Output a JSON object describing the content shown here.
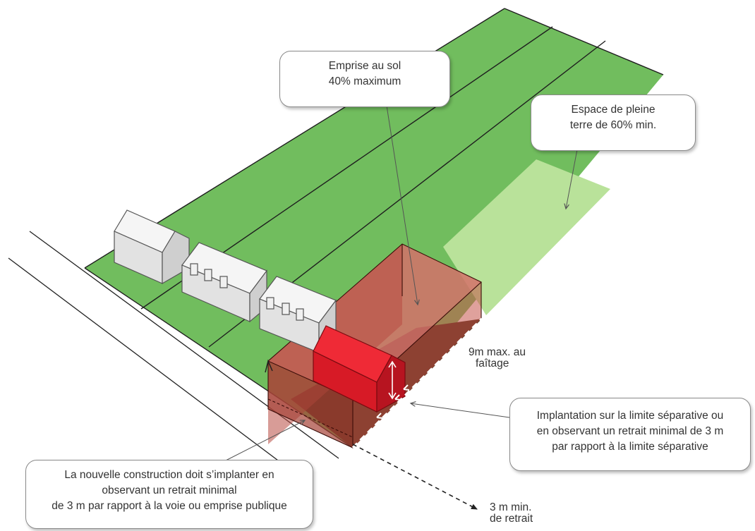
{
  "callouts": {
    "emprise": [
      "Emprise au sol",
      "40% maximum"
    ],
    "pleine_terre": [
      "Espace de pleine",
      "terre de 60% min."
    ],
    "implantation_limite": [
      "Implantation sur la limite séparative ou",
      "en observant un retrait minimal de 3 m",
      "par rapport à la limite séparative"
    ],
    "nouvelle_construction": [
      "La nouvelle construction doit s’implanter en",
      "observant un retrait minimal",
      "de 3 m par rapport à la voie ou emprise publique"
    ]
  },
  "labels": {
    "hauteur": [
      "9m max. au",
      "faîtage"
    ],
    "retrait": [
      "3 m min.",
      "de retrait"
    ]
  },
  "colors": {
    "lawn": "#71bd5e",
    "lawn_light": "#b9e29a",
    "parcel_line": "#1e1e1e",
    "footprint": "#4b2a15",
    "envelope": "#c4534b",
    "house_new": "#e11c2b",
    "house_existing": "#e6e6e6"
  }
}
